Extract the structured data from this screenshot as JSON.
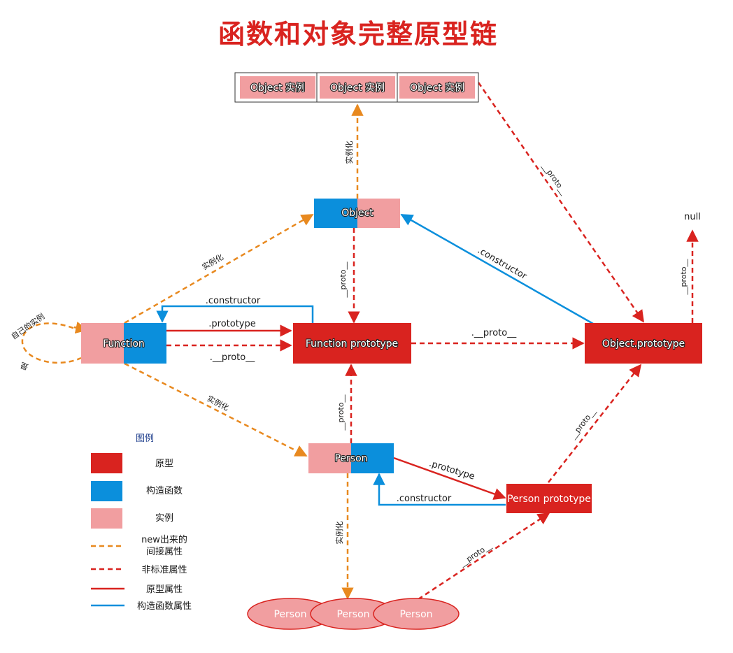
{
  "title": "函数和对象完整原型链",
  "colors": {
    "prototype_red": "#d9231f",
    "constructor_blue": "#0b8fdc",
    "instance_pink": "#f19ea0",
    "new_orange": "#e8891f"
  },
  "nodes": {
    "object_instance_1": "Object 实例",
    "object_instance_2": "Object 实例",
    "object_instance_3": "Object 实例",
    "object": "Object",
    "function": "Function",
    "function_prototype": "Function prototype",
    "object_prototype": "Object.prototype",
    "person": "Person",
    "person_prototype": "Person prototype",
    "person_instance_1": "Person",
    "person_instance_2": "Person",
    "person_instance_3": "Person",
    "null": "null"
  },
  "edge_labels": {
    "object_to_instances": "实例化",
    "instances_to_object_proto": "__proto__",
    "object_to_function_proto": "__proto__",
    "object_proto_constructor": ".constructor",
    "object_proto_to_null": "__proto__",
    "function_to_object": "实例化",
    "function_constructor": ".constructor",
    "function_prototype_link": ".prototype",
    "function_proto_link": ".__proto__",
    "function_proto_to_object_proto": ".__proto__",
    "self_instance": "自己的实例",
    "self_is": "是",
    "function_to_person": "实例化",
    "person_to_function_proto": "__proto__",
    "person_prototype_link": ".prototype",
    "person_proto_constructor": ".constructor",
    "person_proto_to_object_proto": "__proto__",
    "person_to_instances": "实例化",
    "person_instances_to_person_proto": "__proto__"
  },
  "legend": {
    "title": "图例",
    "prototype": "原型",
    "constructor": "构造函数",
    "instance": "实例",
    "new_line_1": "new出来的",
    "new_line_2": "间接属性",
    "non_standard": "非标准属性",
    "prototype_prop": "原型属性",
    "constructor_prop": "构造函数属性"
  }
}
